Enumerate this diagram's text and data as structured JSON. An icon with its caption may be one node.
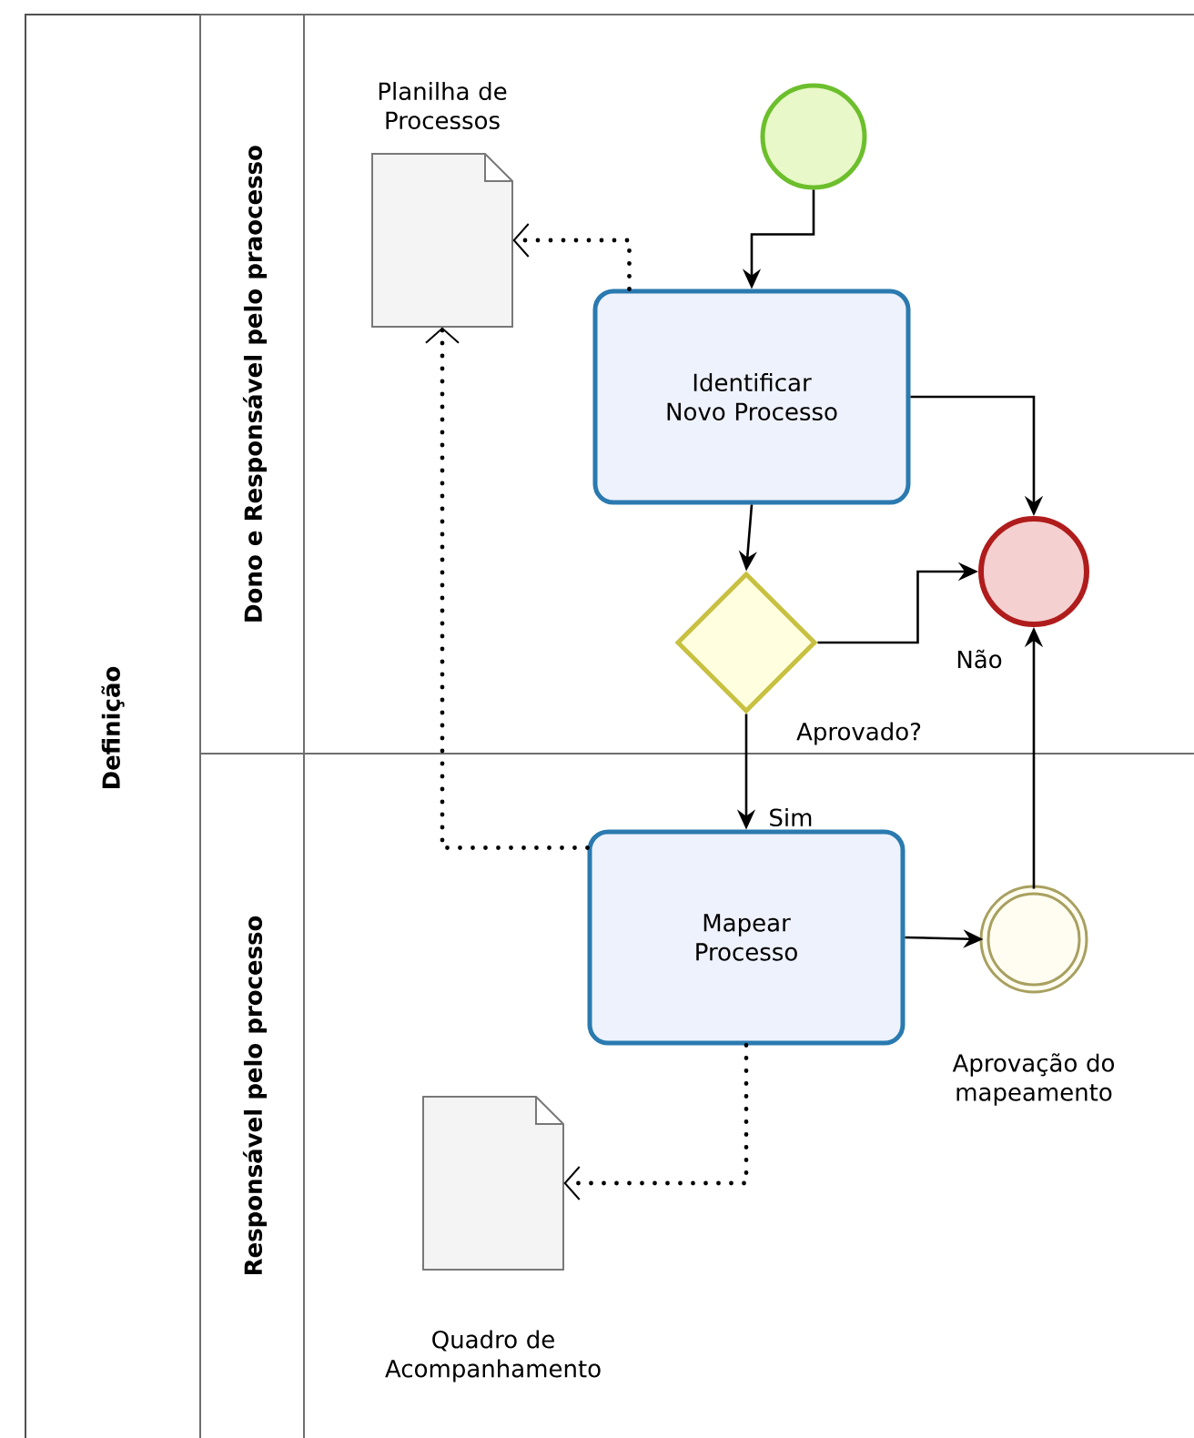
{
  "diagram": {
    "nodes": [
      {
        "text": [
          "Definição"
        ]
      },
      {
        "text": [
          "Dono e Responsável pelo praocesso"
        ],
        "in": 0
      },
      {
        "text": [
          "Responsável pelo processo"
        ],
        "in": 0
      },
      {
        "text": [
          "Planilha de Processos"
        ],
        "in": 1
      },
      {
        "text": [],
        "shape": "circle",
        "in": 1
      },
      {
        "text": [
          "Identificar Novo Processo"
        ],
        "in": 1
      },
      {
        "text": [
          "Aprovado?"
        ],
        "in": 1
      },
      {
        "text": [],
        "shape": "circle",
        "in": 1
      },
      {
        "text": [
          "Mapear Processo"
        ],
        "in": 2
      },
      {
        "text": [
          "Aprovação do mapeamento"
        ],
        "in": 2
      },
      {
        "text": [
          "Quadro de Acompanhamento"
        ],
        "in": 2
      }
    ],
    "edges": [
      {
        "from": 4,
        "to": 5,
        "arrow": "to"
      },
      {
        "from": 5,
        "to": 7,
        "arrow": "to"
      },
      {
        "from": 5,
        "to": 6,
        "arrow": "to"
      },
      {
        "from": 6,
        "to": 7,
        "arrow": "to",
        "label": "Não"
      },
      {
        "from": 6,
        "to": 8,
        "arrow": "to",
        "label": "Sim"
      },
      {
        "from": 5,
        "to": 3,
        "arrow": "to",
        "style": "dashed"
      },
      {
        "from": 8,
        "to": 3,
        "arrow": "to",
        "style": "dashed"
      },
      {
        "from": 8,
        "to": 10,
        "arrow": "to",
        "style": "dashed"
      },
      {
        "from": 8,
        "to": 9,
        "arrow": "to"
      },
      {
        "from": 9,
        "to": 7,
        "arrow": "to"
      }
    ]
  }
}
